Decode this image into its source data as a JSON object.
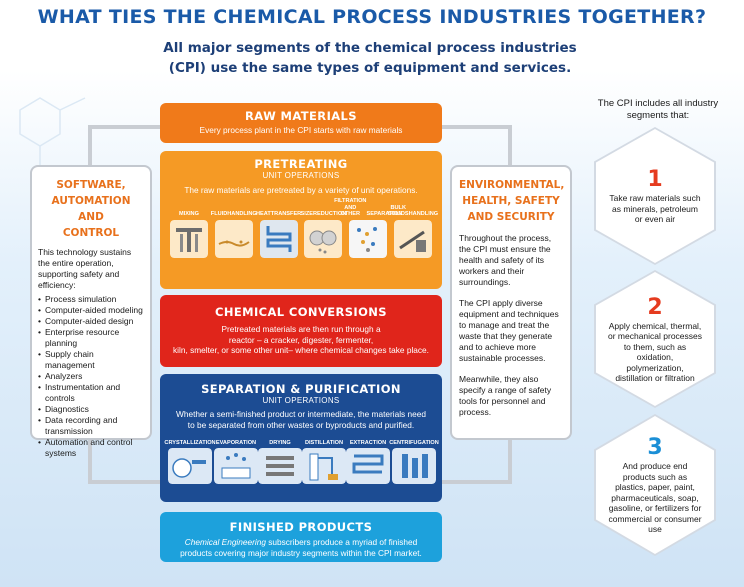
{
  "header": {
    "title": "WHAT TIES THE CHEMICAL PROCESS INDUSTRIES TOGETHER?",
    "subtitle_line1": "All major segments of the chemical process industries",
    "subtitle_line2": "(CPI) use the same types of equipment and services."
  },
  "software": {
    "title_line1": "SOFTWARE,",
    "title_line2": "AUTOMATION AND",
    "title_line3": "CONTROL",
    "intro": "This technology sustains the entire operation, supporting safety and efficiency:",
    "items": [
      "Process simulation",
      "Computer-aided modeling",
      "Computer-aided design",
      "Enterprise resource planning",
      "Supply chain management",
      "Analyzers",
      "Instrumentation and controls",
      "Diagnostics",
      "Data recording and transmission",
      "Automation and control systems"
    ]
  },
  "environmental": {
    "title_line1": "ENVIRONMENTAL,",
    "title_line2": "HEALTH, SAFETY",
    "title_line3": "AND SECURITY",
    "para1": "Throughout the process, the CPI must ensure the health and safety of its workers and their surroundings.",
    "para2": "The CPI apply diverse equipment and techniques to manage and treat the waste that they generate and to achieve more sustainable processes.",
    "para3": "Meanwhile, they also specify a range of safety tools for personnel and process."
  },
  "raw_materials": {
    "title": "RAW MATERIALS",
    "desc": "Every process plant in the CPI starts with raw materials"
  },
  "pretreating": {
    "title": "PRETREATING",
    "subtitle": "UNIT OPERATIONS",
    "desc": "The raw materials are pretreated by a variety of unit operations.",
    "ops": [
      {
        "label_line1": "",
        "label_line2": "MIXING"
      },
      {
        "label_line1": "FLUID",
        "label_line2": "HANDLING"
      },
      {
        "label_line1": "HEAT",
        "label_line2": "TRANSFER"
      },
      {
        "label_line1": "SIZE",
        "label_line2": "REDUCTION"
      },
      {
        "label_line1": "FILTRATION AND OTHER",
        "label_line2": "SEPARATION"
      },
      {
        "label_line1": "BULK SOLIDS",
        "label_line2": "HANDLING"
      }
    ]
  },
  "chemical_conversions": {
    "title": "CHEMICAL CONVERSIONS",
    "desc_line1": "Pretreated materials are then run through a",
    "desc_line2": "reactor – a cracker, digester, fermenter,",
    "desc_line3": "kiln, smelter, or some other unit– where chemical changes take place."
  },
  "separation": {
    "title": "SEPARATION & PURIFICATION",
    "subtitle": "UNIT OPERATIONS",
    "desc_line1": "Whether a semi-finished product or intermediate, the materials need",
    "desc_line2": "to be separated from other wastes or byproducts and purified.",
    "ops": [
      "CRYSTALLIZATION",
      "EVAPORATION",
      "DRYING",
      "DISTILLATION",
      "EXTRACTION",
      "CENTRIFUGATION"
    ]
  },
  "finished": {
    "title": "FINISHED PRODUCTS",
    "desc_emph": "Chemical Engineering",
    "desc_rest": " subscribers produce a myriad of finished",
    "desc_line2": "products covering major industry segments within the CPI market."
  },
  "cpi": {
    "intro_line1": "The CPI includes all industry",
    "intro_line2": "segments that:",
    "items": [
      {
        "number": "1",
        "text": "Take raw materials such as minerals, petroleum or even air"
      },
      {
        "number": "2",
        "text": "Apply chemical, thermal, or mechanical processes to them, such as oxidation, polymerization, distillation or filtration"
      },
      {
        "number": "3",
        "text": "And produce end products such as plastics, paper, paint, pharmaceuticals, soap, gasoline, or fertilizers for commercial or consumer use"
      }
    ]
  },
  "colors": {
    "title_blue": "#1a5aa8",
    "orange": "#f07a1a",
    "red": "#e0251b",
    "navy": "#1c4c93",
    "cyan": "#1da1dc",
    "section_orange": "#e8711c",
    "number_red": "#e53b1f",
    "number_blue": "#1b8fd6"
  }
}
